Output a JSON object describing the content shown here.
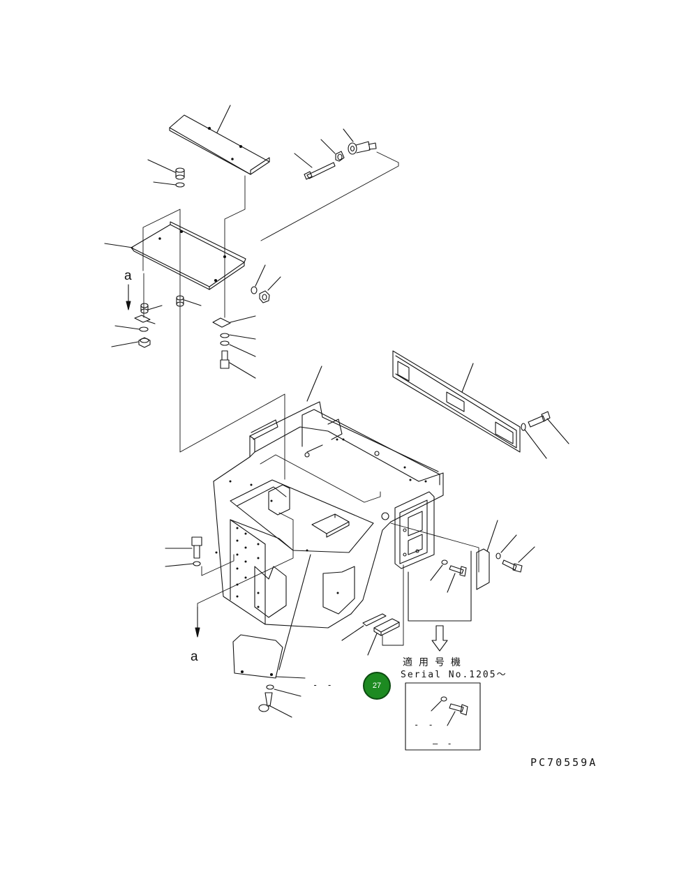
{
  "reference_marks": {
    "upper": "a",
    "lower": "a"
  },
  "serial_note": {
    "japanese": "適用号機",
    "serial": "Serial No.1205～"
  },
  "figure_code": "PC70559A",
  "badge": {
    "number": "27",
    "color": "#1d8a21"
  },
  "placeholder_marks": {
    "small_box_left": "- -",
    "small_box_bottom": "— -",
    "near_badge": "- -"
  },
  "colors": {
    "line": "#111111",
    "background": "#ffffff",
    "badge_border": "#0c4a10"
  },
  "icons": [
    "down-arrow-icon",
    "hollow-arrow-icon"
  ]
}
